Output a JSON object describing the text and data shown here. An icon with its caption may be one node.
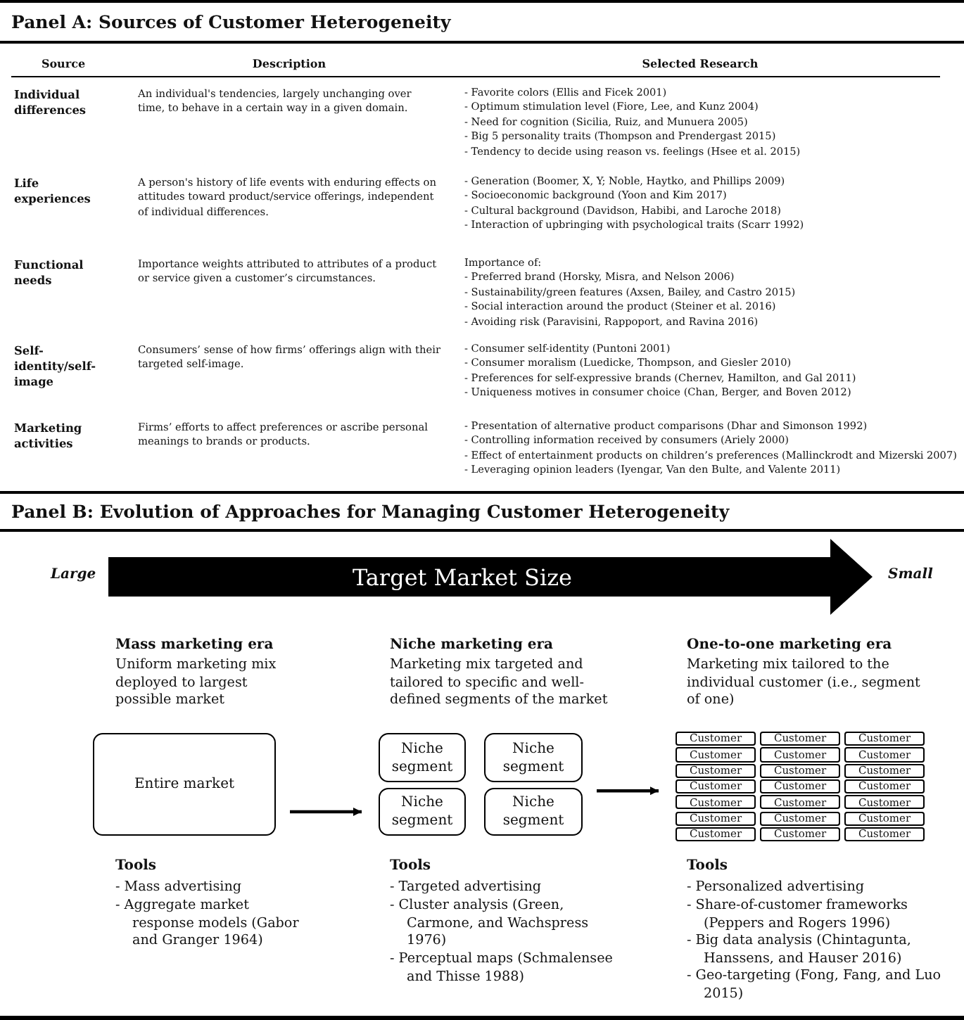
{
  "diagram": {
    "nodes": [
      {
        "text": [
          "Target Market Size"
        ]
      },
      {
        "text": [
          "Entire market"
        ]
      },
      {
        "text": [
          "Niche segment"
        ]
      },
      {
        "text": [
          "Niche segment"
        ]
      },
      {
        "text": [
          "Niche segment"
        ]
      },
      {
        "text": [
          "Niche segment"
        ]
      },
      {
        "text": [
          "Customer"
        ]
      },
      {
        "text": [
          "Customer"
        ]
      },
      {
        "text": [
          "Customer"
        ]
      },
      {
        "text": [
          "Customer"
        ]
      },
      {
        "text": [
          "Customer"
        ]
      },
      {
        "text": [
          "Customer"
        ]
      },
      {
        "text": [
          "Customer"
        ]
      },
      {
        "text": [
          "Customer"
        ]
      },
      {
        "text": [
          "Customer"
        ]
      },
      {
        "text": [
          "Customer"
        ]
      },
      {
        "text": [
          "Customer"
        ]
      },
      {
        "text": [
          "Customer"
        ]
      },
      {
        "text": [
          "Customer"
        ]
      },
      {
        "text": [
          "Customer"
        ]
      },
      {
        "text": [
          "Customer"
        ]
      },
      {
        "text": [
          "Customer"
        ]
      },
      {
        "text": [
          "Customer"
        ]
      },
      {
        "text": [
          "Customer"
        ]
      },
      {
        "text": [
          "Customer"
        ]
      },
      {
        "text": [
          "Customer"
        ]
      },
      {
        "text": [
          "Customer"
        ]
      }
    ],
    "edges": [
      {
        "from": 1,
        "to": 4,
        "arrow": "to"
      },
      {
        "from": 5,
        "to": 15,
        "arrow": "to"
      }
    ],
    "labels": [
      "Panel A: Sources of Customer Heterogeneity",
      "Source",
      "Description",
      "Selected Research",
      "Individual differences",
      "An individual's tendencies, largely unchanging over time, to behave in a certain way in a given domain.",
      "- Favorite colors (Ellis and Ficek 2001)",
      "- Optimum stimulation level (Fiore, Lee, and Kunz 2004)",
      "- Need for cognition (Sicilia, Ruiz, and Munuera 2005)",
      "- Big 5 personality traits (Thompson and Prendergast 2015)",
      "- Tendency to decide using reason vs. feelings (Hsee et al. 2015)",
      "Life experiences",
      "A person's history of life events with enduring effects on attitudes toward product/service offerings, independent of individual differences.",
      "- Generation (Boomer, X, Y; Noble, Haytko, and Phillips 2009)",
      "- Socioeconomic background (Yoon and Kim 2017)",
      "- Cultural background (Davidson, Habibi, and Laroche 2018)",
      "- Interaction of upbringing with psychological traits (Scarr 1992)",
      "Functional needs",
      "Importance weights attributed to attributes of a product or service given a customer’s circumstances.",
      "Importance of:",
      "- Preferred brand (Horsky, Misra, and Nelson 2006)",
      "- Sustainability/green features (Axsen, Bailey, and Castro 2015)",
      "- Social interaction around the product (Steiner et al. 2016)",
      "- Avoiding risk (Paravisini, Rappoport, and Ravina 2016)",
      "Self-identity/self-image",
      "Consumers’ sense of how firms’ offerings align with their targeted self-image.",
      "- Consumer self-identity (Puntoni 2001)",
      "- Consumer moralism (Luedicke, Thompson, and Giesler 2010)",
      "- Preferences for self-expressive brands (Chernev, Hamilton, and Gal 2011)",
      "- Uniqueness motives in consumer choice (Chan, Berger, and Boven 2012)",
      "Marketing activities",
      "Firms’ efforts to affect preferences or ascribe personal meanings to brands or products.",
      "- Presentation of alternative product comparisons (Dhar and Simonson 1992)",
      "- Controlling information received by consumers (Ariely 2000)",
      "- Effect of entertainment products on children’s preferences (Mallinckrodt and Mizerski 2007)",
      "- Leveraging opinion leaders (Iyengar, Van den Bulte, and Valente 2011)",
      "Panel B: Evolution of Approaches for Managing Customer Heterogeneity",
      "Large",
      "Small",
      "Mass marketing era",
      "Uniform marketing mix deployed to largest possible market",
      "Niche marketing era",
      "Marketing mix targeted and tailored to specific and well-defined segments of the market",
      "One-to-one marketing era",
      "Marketing mix tailored to the individual customer (i.e., segment of one)",
      "Tools",
      "- Mass advertising",
      "- Aggregate market response models (Gabor and Granger 1964)",
      "Tools",
      "- Targeted advertising",
      "- Cluster analysis (Green, Carmone, and Wachspress 1976)",
      "- Perceptual maps (Schmalensee and Thisse 1988)",
      "Tools",
      "- Personalized advertising",
      "- Share-of-customer frameworks (Peppers and Rogers 1996)",
      "- Big data analysis (Chintagunta, Hanssens, and Hauser 2016)",
      "- Geo-targeting (Fong, Fang, and Luo 2015)"
    ]
  }
}
